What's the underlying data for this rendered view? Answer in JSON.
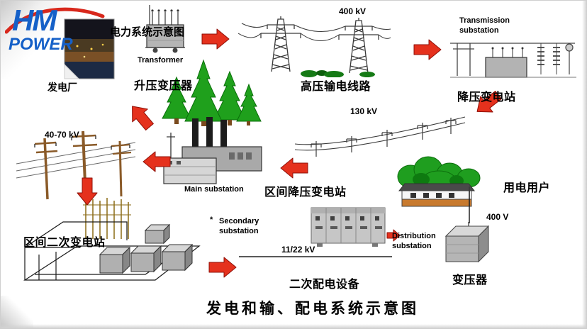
{
  "logo": {
    "hm": "HM",
    "power": "POWER"
  },
  "diagram": {
    "schematic_title": "电力系统示意图",
    "power_plant": "发电厂",
    "transformer_en": "Transformer",
    "stepup_transformer": "升压变压器",
    "kv_400": "400 kV",
    "hv_transmission_lines": "高压输电线路",
    "transmission_substation_en": "Transmission\nsubstation",
    "stepdown_substation": "降压变电站",
    "kv_130": "130 kV",
    "regional_stepdown_substation": "区间降压变电站",
    "main_substation_en": "Main substation",
    "kv_40_70": "40-70 kV",
    "regional_secondary_substation": "区间二次变电站",
    "footnote_star": "*",
    "secondary_substation_en": "Secondary\nsubstation",
    "kv_11_22": "11/22 kV",
    "secondary_distribution_equipment": "二次配电设备",
    "distribution_substation_en": "Distribution\nsubstation",
    "transformer_zh": "变压器",
    "v_400": "400 V",
    "power_users": "用电用户"
  },
  "caption": "发电和输、配电系统示意图",
  "colors": {
    "arrow_red": "#e5311d",
    "logo_blue": "#1560c8",
    "tree_green": "#1fa01c"
  }
}
